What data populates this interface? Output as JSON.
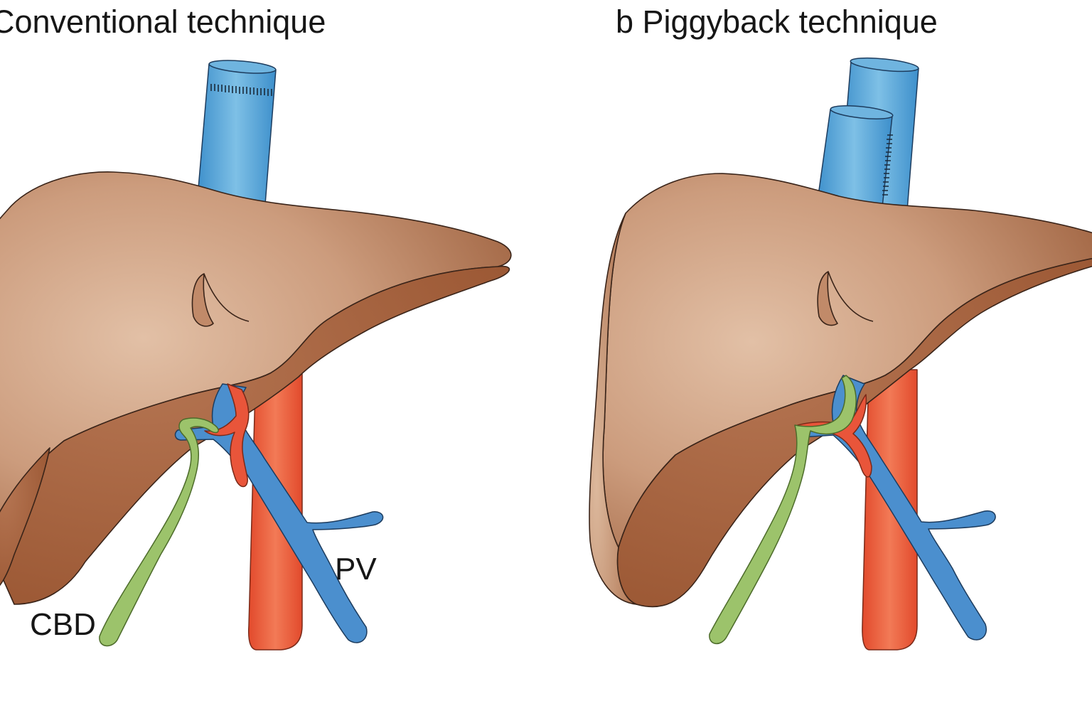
{
  "panels": [
    {
      "id": "a",
      "title": "Conventional technique",
      "labels": {
        "cbd": "CBD",
        "pv": "PV"
      }
    },
    {
      "id": "b",
      "title": "b Piggyback technique"
    }
  ],
  "colors": {
    "background": "#ffffff",
    "liver_light": "#dbb89e",
    "liver_mid": "#b88262",
    "liver_dark": "#9c5634",
    "vena_cava": "#5aa8d8",
    "portal_vein": "#4b8fce",
    "aorta": "#ec5b3c",
    "bile_duct": "#9cc36b",
    "text": "#161616"
  }
}
